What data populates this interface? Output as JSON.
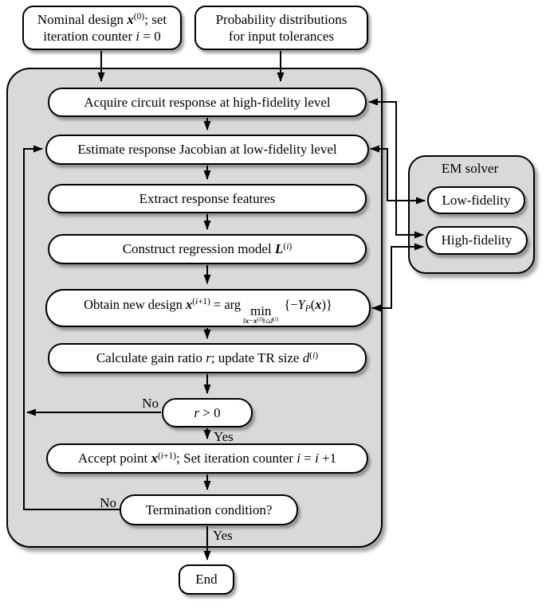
{
  "diagram": {
    "colors": {
      "panel_gray": "#d9d9d9",
      "box_fill": "#ffffff",
      "line_color": "#000000"
    },
    "top_boxes": {
      "nominal": {
        "segments": [
          {
            "t": "Nominal design ",
            "s": "p"
          },
          {
            "t": "x",
            "s": "bi"
          },
          {
            "t": "(0)",
            "s": "sup"
          },
          {
            "t": "; set",
            "s": "p"
          },
          {
            "k": "br"
          },
          {
            "t": "iteration counter ",
            "s": "p"
          },
          {
            "t": "i",
            "s": "i"
          },
          {
            "t": " = 0",
            "s": "p"
          }
        ]
      },
      "probability": {
        "segments": [
          {
            "t": "Probability distributions",
            "s": "p"
          },
          {
            "k": "br"
          },
          {
            "t": "for input tolerances",
            "s": "p"
          }
        ]
      }
    },
    "main_flow": {
      "acquire": {
        "segments": [
          {
            "t": "Acquire circuit response at high-fidelity level",
            "s": "p"
          }
        ]
      },
      "jacobian": {
        "segments": [
          {
            "t": "Estimate response Jacobian at low-fidelity level",
            "s": "p"
          }
        ]
      },
      "extract": {
        "segments": [
          {
            "t": "Extract response features",
            "s": "p"
          }
        ]
      },
      "construct": {
        "segments": [
          {
            "t": "Construct regression model ",
            "s": "p"
          },
          {
            "t": "L",
            "s": "bi"
          },
          {
            "t": "(",
            "s": "sup"
          },
          {
            "t": "i",
            "s": "supi"
          },
          {
            "t": ")",
            "s": "sup"
          }
        ]
      },
      "obtain": {
        "segments": [
          {
            "t": "Obtain new design ",
            "s": "p"
          },
          {
            "t": "x",
            "s": "bi"
          },
          {
            "t": "(",
            "s": "sup"
          },
          {
            "t": "i",
            "s": "supi"
          },
          {
            "t": "+1)",
            "s": "sup"
          },
          {
            "t": " = arg",
            "s": "p"
          },
          {
            "k": "stack",
            "top": "min",
            "bot": [
              {
                "t": "‖",
                "s": "p"
              },
              {
                "t": "x",
                "s": "bi"
              },
              {
                "t": "−",
                "s": "p"
              },
              {
                "t": "x",
                "s": "bi"
              },
              {
                "t": "(",
                "s": "sup"
              },
              {
                "t": "i",
                "s": "supi"
              },
              {
                "t": ")",
                "s": "sup"
              },
              {
                "t": "‖≤",
                "s": "p"
              },
              {
                "t": "d",
                "s": "i"
              },
              {
                "t": "(",
                "s": "sup"
              },
              {
                "t": "i",
                "s": "supi"
              },
              {
                "t": ")",
                "s": "sup"
              }
            ]
          },
          {
            "t": " {−",
            "s": "p"
          },
          {
            "t": "Y",
            "s": "i"
          },
          {
            "t": "P",
            "s": "subi"
          },
          {
            "t": "(",
            "s": "p"
          },
          {
            "t": "x",
            "s": "bi"
          },
          {
            "t": ")}",
            "s": "p"
          }
        ]
      },
      "calc": {
        "segments": [
          {
            "t": "Calculate gain ratio ",
            "s": "p"
          },
          {
            "t": "r",
            "s": "i"
          },
          {
            "t": "; update TR size ",
            "s": "p"
          },
          {
            "t": "d",
            "s": "i"
          },
          {
            "t": "(",
            "s": "sup"
          },
          {
            "t": "i",
            "s": "supi"
          },
          {
            "t": ")",
            "s": "sup"
          }
        ]
      },
      "r_gt_0": {
        "segments": [
          {
            "t": "r",
            "s": "i"
          },
          {
            "t": " > 0",
            "s": "p"
          }
        ]
      },
      "accept": {
        "segments": [
          {
            "t": "Accept point ",
            "s": "p"
          },
          {
            "t": "x",
            "s": "bi"
          },
          {
            "t": "(",
            "s": "sup"
          },
          {
            "t": "i",
            "s": "supi"
          },
          {
            "t": "+1)",
            "s": "sup"
          },
          {
            "t": "; Set iteration counter ",
            "s": "p"
          },
          {
            "t": "i",
            "s": "i"
          },
          {
            "t": " = ",
            "s": "p"
          },
          {
            "t": "i",
            "s": "i"
          },
          {
            "t": " +1",
            "s": "p"
          }
        ]
      },
      "termination": {
        "segments": [
          {
            "t": "Termination condition?",
            "s": "p"
          }
        ]
      }
    },
    "end_box": {
      "segments": [
        {
          "t": "End",
          "s": "p"
        }
      ]
    },
    "em_solver": {
      "title": "EM solver",
      "low": "Low-fidelity",
      "high": "High-fidelity"
    },
    "branch_labels": {
      "no_r": "No",
      "yes_r": "Yes",
      "no_term": "No",
      "yes_term": "Yes"
    }
  }
}
